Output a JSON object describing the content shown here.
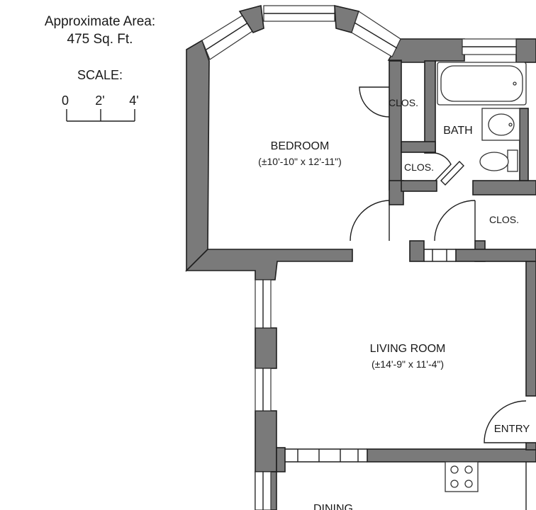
{
  "area": {
    "line1": "Approximate Area:",
    "line2": "475 Sq. Ft."
  },
  "scale": {
    "label": "SCALE:",
    "ticks": [
      "0",
      "2'",
      "4'"
    ]
  },
  "rooms": {
    "bedroom": {
      "name": "BEDROOM",
      "dims": "(±10'-10\" x 12'-11\")"
    },
    "living": {
      "name": "LIVING ROOM",
      "dims": "(±14'-9\" x 11'-4\")"
    },
    "bath": {
      "name": "BATH"
    },
    "closet_bedroom": {
      "name": "CLOS."
    },
    "closet_small": {
      "name": "CLOS."
    },
    "closet_hall": {
      "name": "CLOS."
    },
    "entry": {
      "name": "ENTRY"
    },
    "dining": {
      "name": "DINING"
    }
  },
  "colors": {
    "wall_fill": "#7a7a7a",
    "wall_stroke": "#1f1f1f",
    "background": "#ffffff"
  }
}
